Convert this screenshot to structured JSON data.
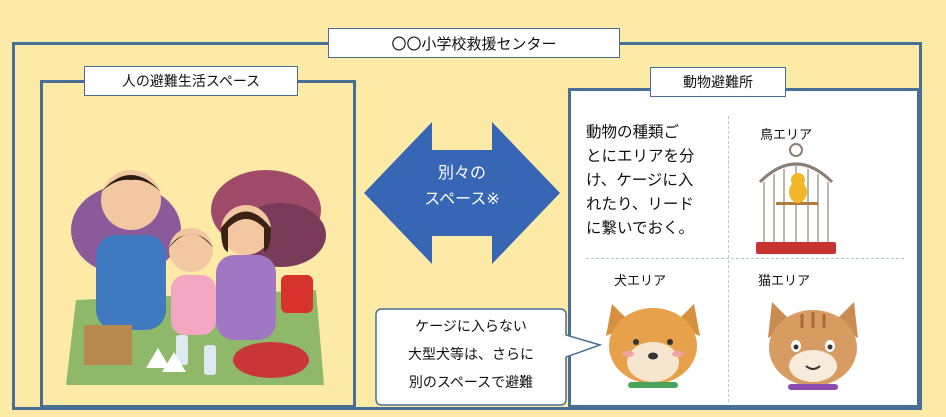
{
  "center": {
    "title": "〇〇小学校救援センター"
  },
  "human_space": {
    "title": "人の避難生活スペース"
  },
  "arrow": {
    "line1": "別々の",
    "line2": "スペース※"
  },
  "animal_shelter": {
    "title": "動物避難所",
    "description_lines": [
      "動物の種類ご",
      "とにエリアを分",
      "け、ケージに入",
      "れたり、リード",
      "に繋いでおく。"
    ],
    "bird_area": "鳥エリア",
    "dog_area": "犬エリア",
    "cat_area": "猫エリア"
  },
  "note": {
    "lines": [
      "ケージに入らない",
      "大型犬等は、さらに",
      "別のスペースで避難"
    ]
  },
  "colors": {
    "background": "#fdeaa6",
    "frame": "#4a6f96",
    "arrow": "#3766b4",
    "white_panel": "#ffffff"
  }
}
